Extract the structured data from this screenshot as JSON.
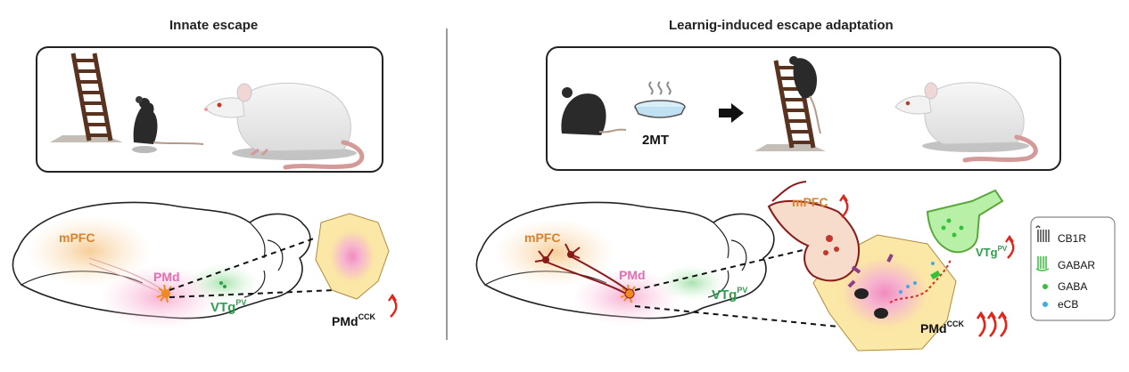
{
  "panels": {
    "left": {
      "title": "Innate escape",
      "regions": {
        "mpfc": "mPFC",
        "pmd": "PMd",
        "vtg": "VTg",
        "vtg_sup": "PV"
      },
      "pmd_cell": {
        "label": "PMd",
        "sup": "CCK"
      }
    },
    "right": {
      "title": "Learnig-induced escape adaptation",
      "stimulus": "2MT",
      "regions": {
        "mpfc": "mPFC",
        "pmd": "PMd",
        "vtg": "VTg",
        "vtg_sup": "PV"
      },
      "terminals": {
        "mpfc": "mPFC",
        "vtg": "VTg",
        "vtg_sup": "PV"
      },
      "pmd_cell": {
        "label": "PMd",
        "sup": "CCK"
      },
      "legend": [
        "CB1R",
        "GABAR",
        "GABA",
        "eCB"
      ]
    }
  },
  "colors": {
    "mpfc": "#d9822b",
    "pmd": "#e86bb0",
    "vtg": "#2e9e4f",
    "cell": "#fbe9a8",
    "terminal": "#f7dccb",
    "axon": "#8a1a1a",
    "arrow_red": "#e0261b",
    "gaba": "#35c13a",
    "ecb": "#3aaee0",
    "rat": "#ededed",
    "mouse": "#2a2a2a",
    "ladder": "#5a3320"
  },
  "icons": {
    "ladder": "ladder-icon",
    "mouse": "mouse-icon",
    "rat": "rat-icon",
    "dish": "odor-dish-icon",
    "arrow": "right-arrow-icon",
    "brain": "brain-sagittal-icon"
  }
}
